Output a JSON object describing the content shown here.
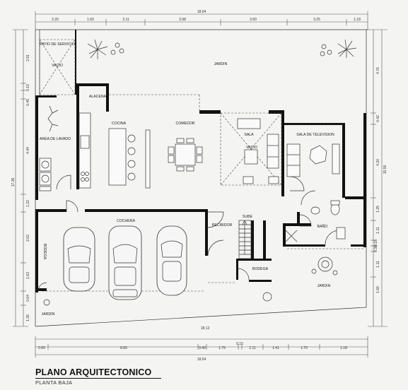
{
  "plan": {
    "title": "PLANO ARQUITECTONICO",
    "subtitle": "PLANTA BAJA",
    "rooms": {
      "patio": "PATIO DE SERVICIO",
      "vacio_left": "VACIO",
      "jardin_top": "JARDIN",
      "alacena": "ALACENA",
      "cocina": "COCINA",
      "comedor": "COMEDOR",
      "sala": "SALA",
      "vacio_center": "VACIO",
      "sala_tv": "SALA DE TELEVISION",
      "area_lavado": "AREA DE LAVADO",
      "cochera": "COCHERA",
      "recibidor": "RECIBIDOR",
      "sube": "SUBE",
      "bano": "BAÑO",
      "bodega_left": "BODEGA",
      "bodega_center": "BODEGA",
      "jardin_left": "JARDIN",
      "jardin_right": "JARDIN"
    },
    "dims_top": {
      "total": "18.04",
      "parts": [
        "2.20",
        "1.60",
        "2.11",
        "3.98",
        "3.60",
        "3.25",
        "1.18"
      ]
    },
    "dims_bottom": {
      "inner_total": "18.12",
      "total": "18.04",
      "parts": [
        "0.60",
        "8.60",
        "0.40",
        "1.75",
        "0.15",
        "1.11",
        "1.41",
        "1.70",
        "1.18"
      ]
    },
    "dims_left": {
      "total": "17.36",
      "parts": [
        "2.91",
        "0.15",
        "0.45",
        "4.44",
        "1.22",
        "2.62",
        "1.63",
        "0.64",
        "1.36"
      ]
    },
    "dims_right": {
      "outer": "15.59",
      "inner": "4.20",
      "parts": [
        "4.76",
        "0.42",
        "1.25",
        "1.11",
        "0.15",
        "0.30",
        "1.11",
        "1.66"
      ]
    }
  }
}
